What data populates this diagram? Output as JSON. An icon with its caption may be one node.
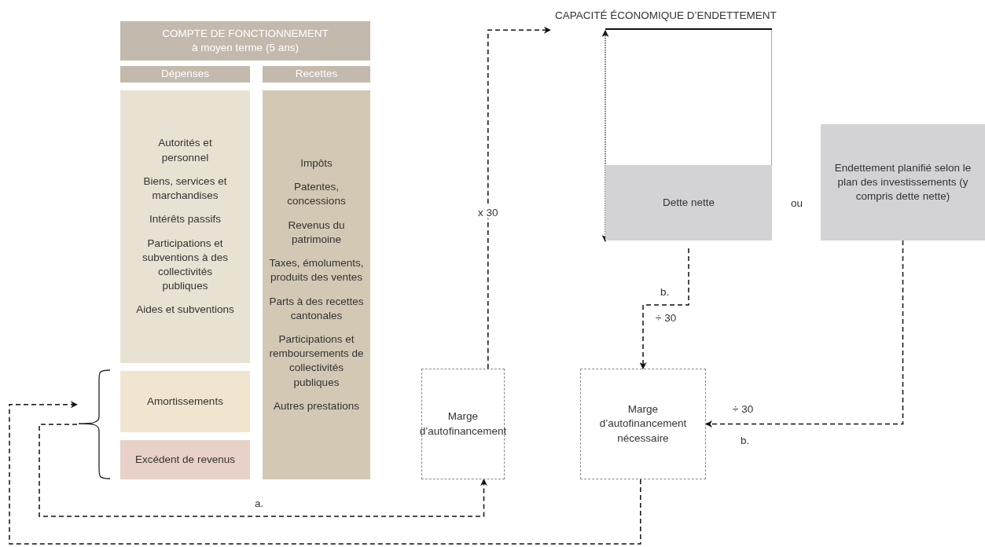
{
  "diagram": {
    "nodes": [
      {
        "text": [
          "COMPTE DE FONCTIONNEMENT",
          "à moyen terme (5 ans)"
        ]
      },
      {
        "text": [
          "Dépenses"
        ]
      },
      {
        "text": [
          "Recettes"
        ]
      },
      {
        "text": [
          "Autorités et personnel",
          "Biens, services et marchandises",
          "Intérêts passifs",
          "Participations et subventions à des collectivités publiques",
          "Aides et subventions"
        ]
      },
      {
        "text": [
          "Impôts",
          "Patentes, concessions",
          "Revenus du patrimoine",
          "Taxes, émoluments, produits des ventes",
          "Parts à des recettes cantonales",
          "Participations et remboursements de collectivités publiques",
          "Autres prestations"
        ]
      },
      {
        "text": [
          "Amortissements"
        ]
      },
      {
        "text": [
          "Excédent de revenus"
        ]
      },
      {
        "text": [],
        "shape": "brace"
      },
      {
        "text": [
          "Marge d’autofinancement"
        ]
      },
      {
        "text": [
          "CAPACITÉ ÉCONOMIQUE D’ENDETTEMENT"
        ]
      },
      {
        "text": [
          "Dette nette"
        ],
        "in": 9
      },
      {
        "text": [
          "Endettement planifié selon le plan des investissements (y compris dette nette)"
        ]
      },
      {
        "text": [
          "Marge d’autofinancement nécessaire"
        ]
      }
    ],
    "edges": [
      {
        "from": 7,
        "to": 8,
        "arrow": "to",
        "label": "a.",
        "style": "dashed"
      },
      {
        "from": 8,
        "to": 9,
        "arrow": "to",
        "label": "x 30",
        "style": "dashed"
      },
      {
        "from": 10,
        "to": 12,
        "arrow": "to",
        "label": "÷ 30",
        "style": "dashed"
      },
      {
        "from": 11,
        "to": 12,
        "arrow": "to",
        "label": "÷ 30",
        "style": "dashed"
      },
      {
        "from": 12,
        "to": 7,
        "arrow": "to",
        "style": "dashed"
      }
    ],
    "labels": [
      "b.",
      "ou",
      "b."
    ]
  }
}
